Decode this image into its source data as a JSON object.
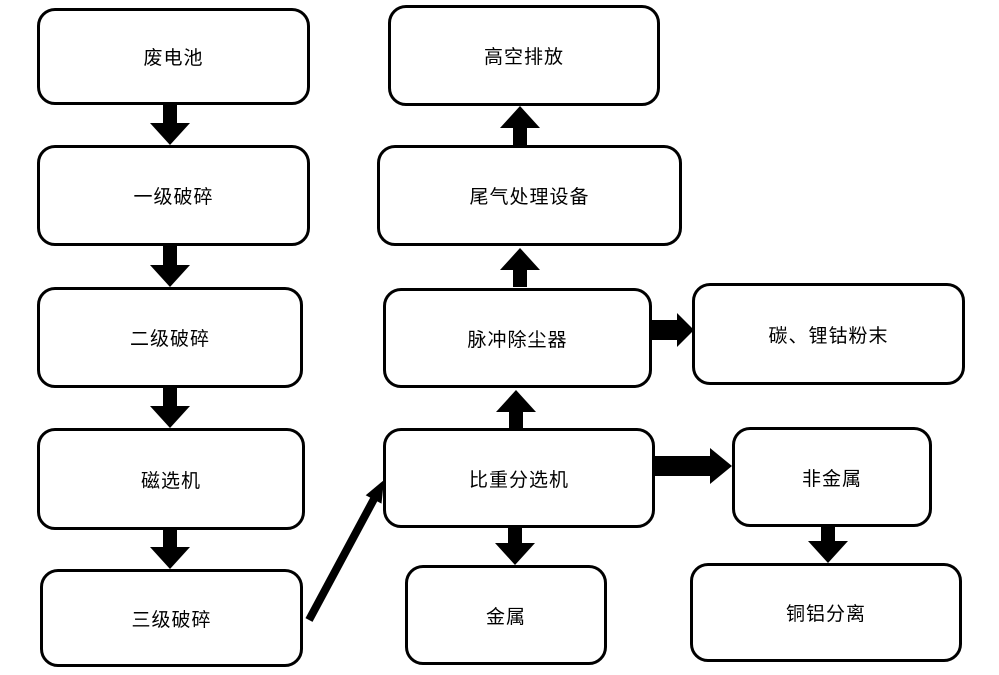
{
  "diagram": {
    "type": "flowchart",
    "nodes": {
      "waste_battery": {
        "label": "废电池"
      },
      "primary_crushing": {
        "label": "一级破碎"
      },
      "secondary_crushing": {
        "label": "二级破碎"
      },
      "magnetic_separator": {
        "label": "磁选机"
      },
      "tertiary_crushing": {
        "label": "三级破碎"
      },
      "gravity_separator": {
        "label": "比重分选机"
      },
      "metal": {
        "label": "金属"
      },
      "pulse_dust_collector": {
        "label": "脉冲除尘器"
      },
      "tail_gas_treatment": {
        "label": "尾气处理设备"
      },
      "high_altitude_discharge": {
        "label": "高空排放"
      },
      "carbon_lithium_cobalt_powder": {
        "label": "碳、锂钴粉末"
      },
      "non_metal": {
        "label": "非金属"
      },
      "copper_aluminum_separation": {
        "label": "铜铝分离"
      }
    },
    "edges": [
      {
        "from": "waste_battery",
        "to": "primary_crushing",
        "direction": "down"
      },
      {
        "from": "primary_crushing",
        "to": "secondary_crushing",
        "direction": "down"
      },
      {
        "from": "secondary_crushing",
        "to": "magnetic_separator",
        "direction": "down"
      },
      {
        "from": "magnetic_separator",
        "to": "tertiary_crushing",
        "direction": "down"
      },
      {
        "from": "tertiary_crushing",
        "to": "gravity_separator",
        "direction": "diagonal-up-right"
      },
      {
        "from": "gravity_separator",
        "to": "pulse_dust_collector",
        "direction": "up"
      },
      {
        "from": "pulse_dust_collector",
        "to": "tail_gas_treatment",
        "direction": "up"
      },
      {
        "from": "tail_gas_treatment",
        "to": "high_altitude_discharge",
        "direction": "up"
      },
      {
        "from": "pulse_dust_collector",
        "to": "carbon_lithium_cobalt_powder",
        "direction": "right"
      },
      {
        "from": "gravity_separator",
        "to": "non_metal",
        "direction": "right"
      },
      {
        "from": "gravity_separator",
        "to": "metal",
        "direction": "down"
      },
      {
        "from": "non_metal",
        "to": "copper_aluminum_separation",
        "direction": "down"
      }
    ],
    "colors": {
      "background": "#ffffff",
      "box_fill": "#ffffff",
      "box_border": "#000000",
      "text": "#000000",
      "arrow": "#000000"
    }
  }
}
